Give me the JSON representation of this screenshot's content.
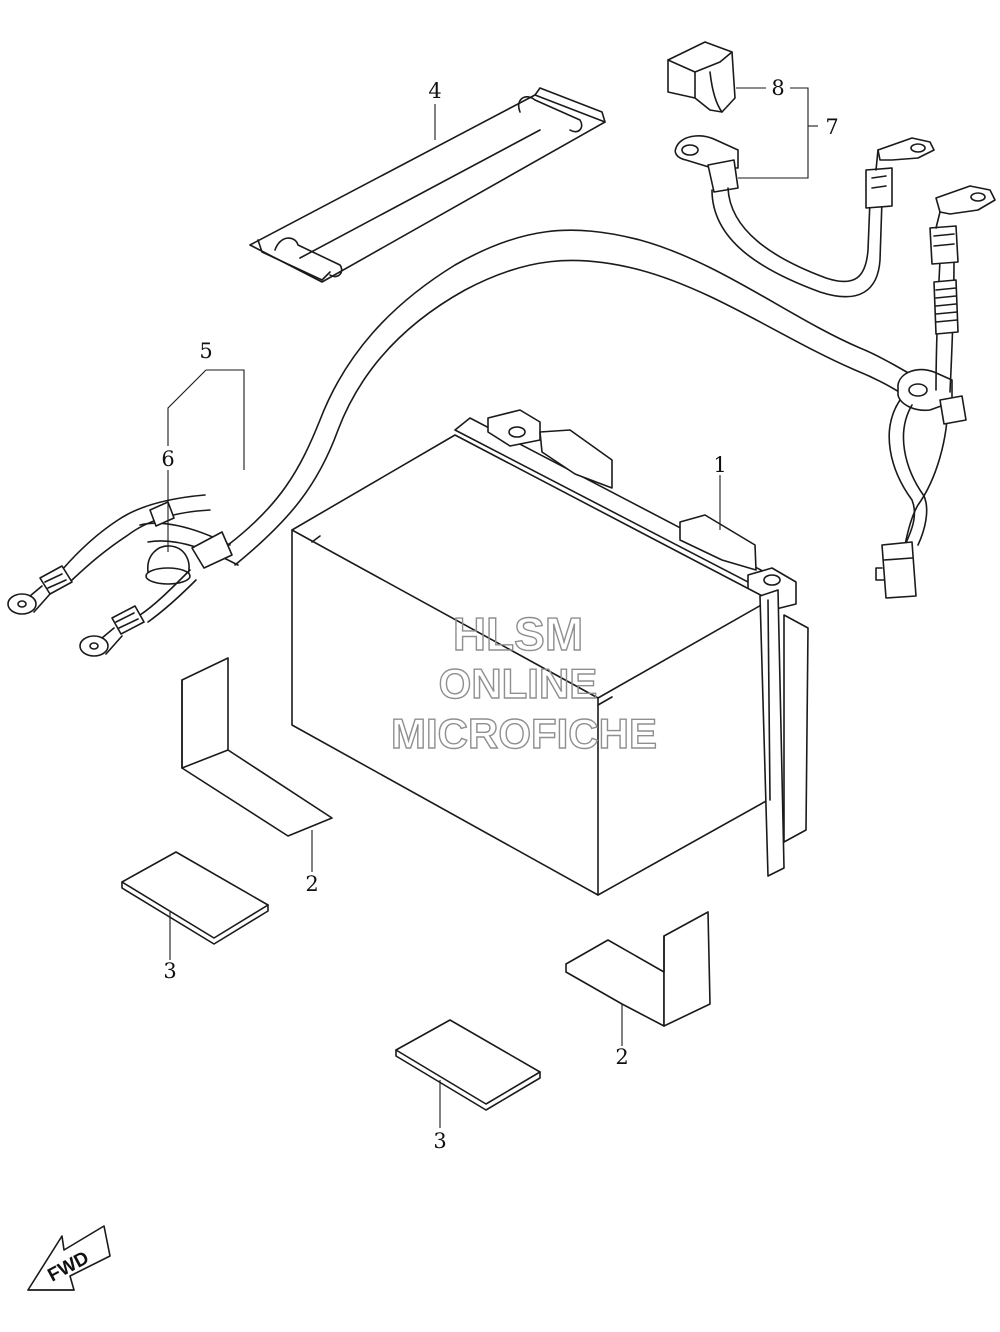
{
  "callouts": {
    "c1": "1",
    "c2a": "2",
    "c2b": "2",
    "c3a": "3",
    "c3b": "3",
    "c4": "4",
    "c5": "5",
    "c6": "6",
    "c7": "7",
    "c8": "8"
  },
  "watermark": {
    "line1": "HLSM",
    "line2": "ONLINE",
    "line3": "MICROFICHE"
  },
  "fwd_label": "FWD"
}
